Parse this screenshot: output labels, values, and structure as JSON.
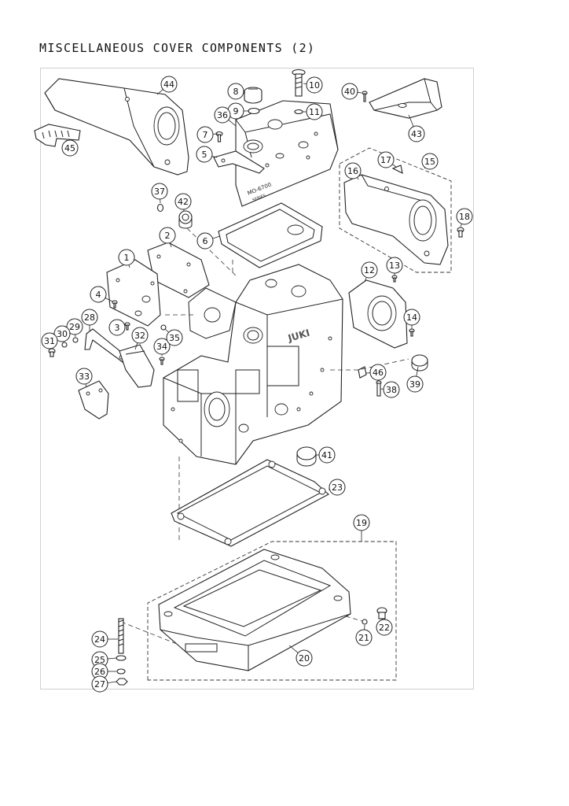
{
  "title": "MISCELLANEOUS COVER COMPONENTS (2)",
  "part_labels": [
    "1",
    "2",
    "3",
    "4",
    "5",
    "6",
    "7",
    "8",
    "9",
    "10",
    "11",
    "12",
    "13",
    "14",
    "15",
    "16",
    "17",
    "18",
    "19",
    "20",
    "21",
    "22",
    "23",
    "24",
    "25",
    "26",
    "27",
    "28",
    "29",
    "30",
    "31",
    "32",
    "33",
    "34",
    "35",
    "36",
    "37",
    "38",
    "39",
    "40",
    "41",
    "42",
    "43",
    "44",
    "45",
    "46"
  ],
  "castings": {
    "top_cover_marking": "MO-6700",
    "top_cover_submarking": "SERIES",
    "body_brand": "JUKI"
  }
}
